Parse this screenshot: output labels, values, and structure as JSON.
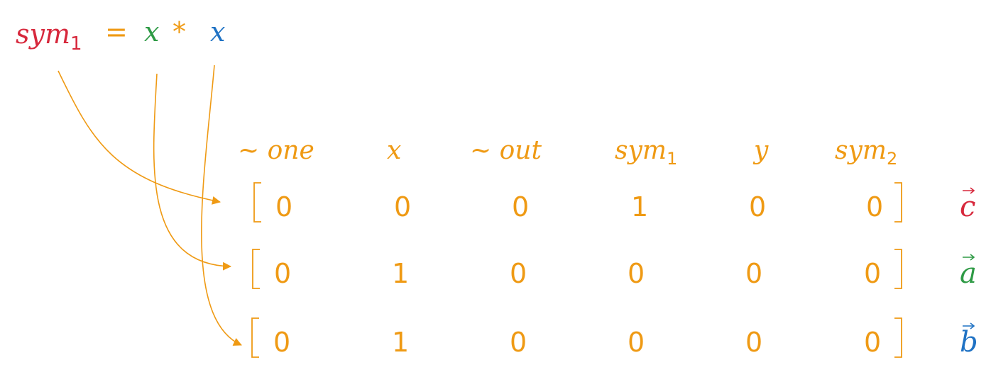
{
  "equation": {
    "lhs": "sym",
    "lhs_subscript": "1",
    "equals": "=",
    "operand_left": "x",
    "operator": "*",
    "operand_right": "x"
  },
  "columns": [
    {
      "prefix": "~",
      "name": "one",
      "subscript": ""
    },
    {
      "prefix": "",
      "name": "x",
      "subscript": ""
    },
    {
      "prefix": "~",
      "name": "out",
      "subscript": ""
    },
    {
      "prefix": "",
      "name": "sym",
      "subscript": "1"
    },
    {
      "prefix": "",
      "name": "y",
      "subscript": ""
    },
    {
      "prefix": "",
      "name": "sym",
      "subscript": "2"
    }
  ],
  "rows": [
    {
      "vector": "c",
      "values": [
        0,
        0,
        0,
        1,
        0,
        0
      ]
    },
    {
      "vector": "a",
      "values": [
        0,
        1,
        0,
        0,
        0,
        0
      ]
    },
    {
      "vector": "b",
      "values": [
        0,
        1,
        0,
        0,
        0,
        0
      ]
    }
  ],
  "colors": {
    "main": "#ef9a14",
    "red": "#d7283c",
    "green": "#2e9a45",
    "blue": "#1f72c4"
  }
}
